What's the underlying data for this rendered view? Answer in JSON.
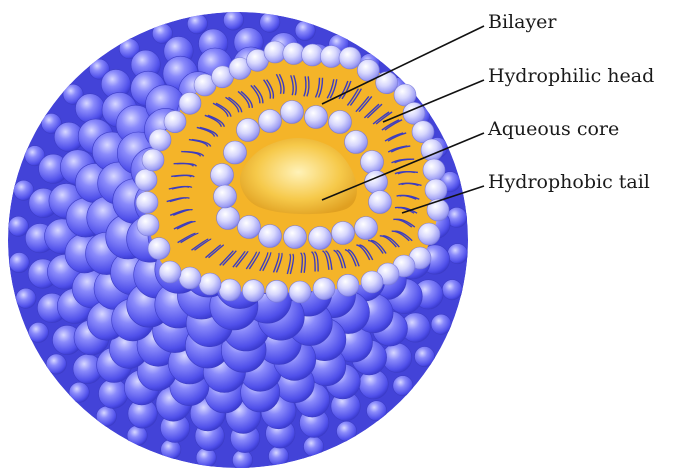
{
  "labels": {
    "bilayer": "Bilayer",
    "hydrophilic_head": "Hydrophilic head",
    "aqueous_core": "Aqueous core",
    "hydrophobic_tail": "Hydrophobic tail"
  },
  "colors": {
    "head_outer": "#5b5bf0",
    "head_cutaway": "#c7c7fb",
    "bilayer_band": "#f4b429",
    "core_center": "#fde79a",
    "core_edge": "#e7a624",
    "tail": "#3c3cc0",
    "leader_line": "#111111",
    "text": "#1a1a1a"
  }
}
